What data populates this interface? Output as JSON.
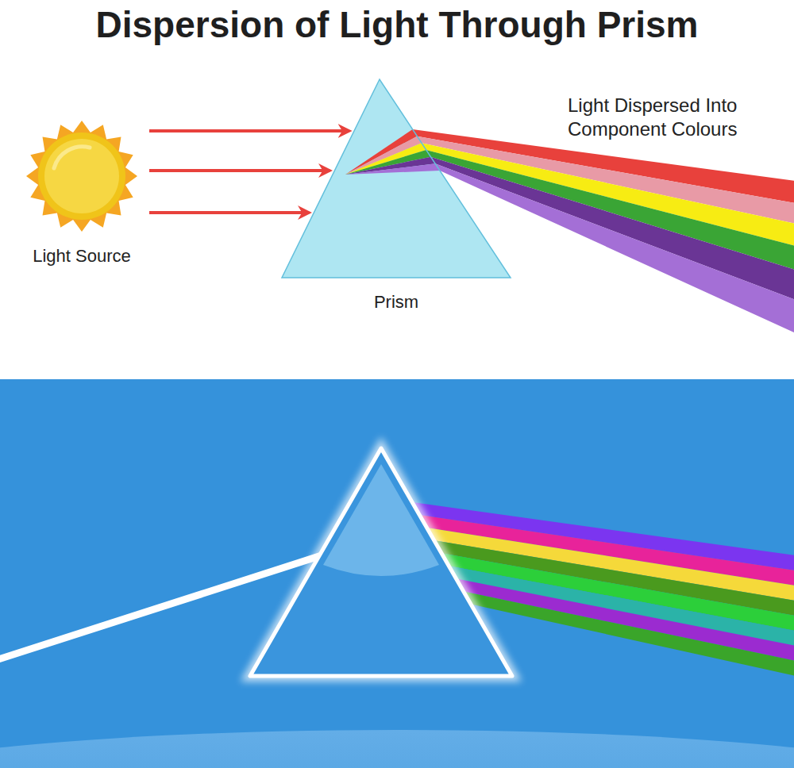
{
  "diagram": {
    "title": "Dispersion of Light Through Prism",
    "nodes": [
      {
        "text": [
          "Light Source"
        ]
      },
      {
        "text": [
          "Prism"
        ]
      }
    ],
    "edges": [
      {
        "from": 0,
        "to": 1,
        "arrow": "to"
      },
      {
        "from": 0,
        "to": 1,
        "arrow": "to"
      },
      {
        "from": 0,
        "to": 1,
        "arrow": "to"
      }
    ],
    "labels": [
      "Light Dispersed Into Component Colours"
    ]
  }
}
